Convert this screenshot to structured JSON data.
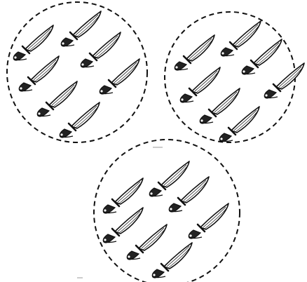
{
  "figure": {
    "description_type": "grouping-diagram",
    "groups": [
      {
        "object_count": 7,
        "object_icon": "knife-icon"
      },
      {
        "object_count": 7,
        "object_icon": "knife-icon"
      },
      {
        "object_count": 7,
        "object_icon": "knife-icon"
      }
    ],
    "colors": {
      "stroke": "#111111",
      "background": "#ffffff"
    }
  }
}
